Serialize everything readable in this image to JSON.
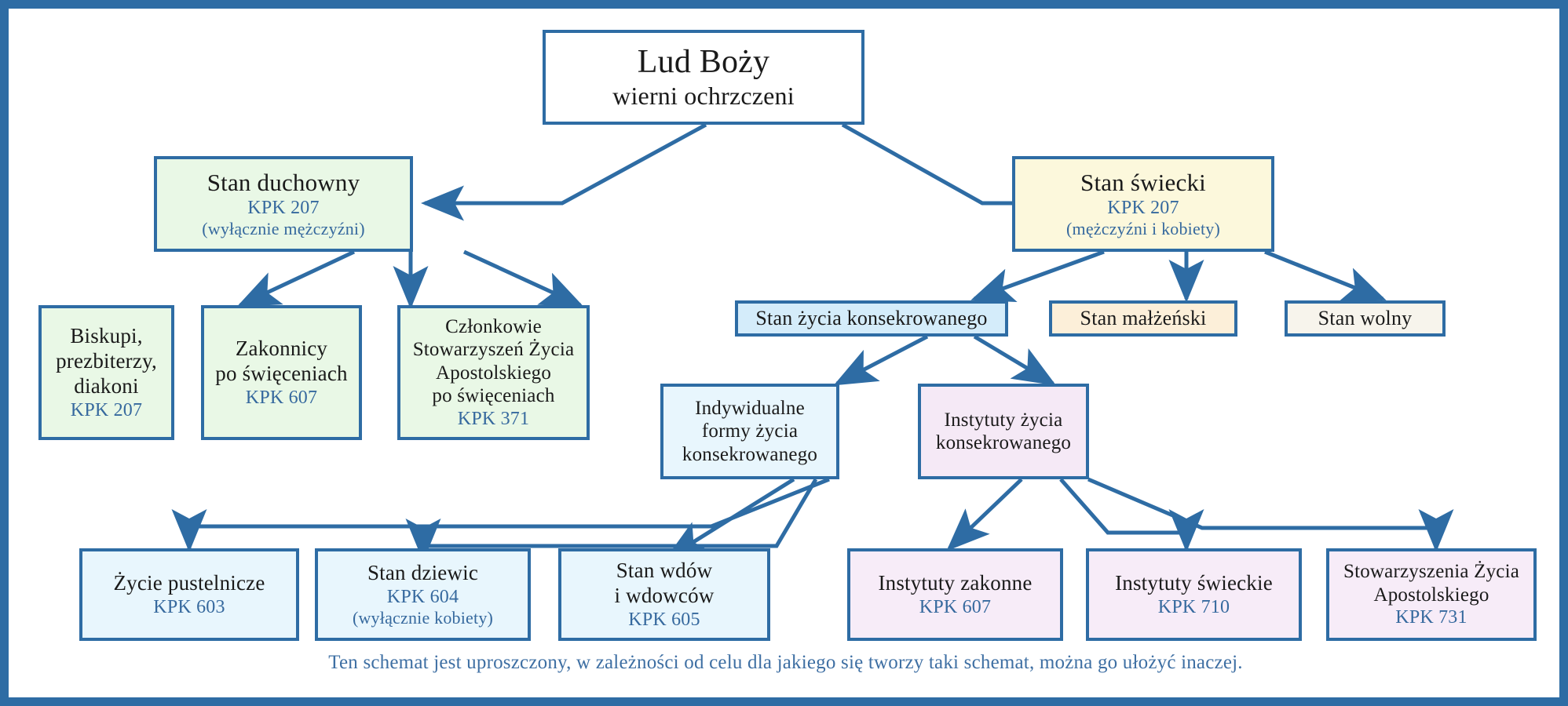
{
  "diagram": {
    "title": "Lud Bozy",
    "caption": "Ten schemat jest uproszczony, w zależności od celu dla jakiego się tworzy taki schemat, można go ułożyć inaczej.",
    "colors": {
      "border": "#2e6ca4",
      "link": "#2e6ca4",
      "clergy_fill": "#e9f8e6",
      "lay_fill": "#fcf8dc",
      "consecrated_fill": "#d4ecfa",
      "individual_fill": "#e8f6fd",
      "institute_fill": "#f5e9f6",
      "married_fill": "#fcefd9",
      "single_fill": "#f7f4ec",
      "reference_text": "#36699e",
      "caption_text": "#3e6fa3"
    },
    "nodes": {
      "root": {
        "line1": "Lud Boży",
        "line2": "wierni ochrzczeni"
      },
      "clergy": {
        "line1": "Stan duchowny",
        "line2": "KPK 207",
        "line3": "(wyłącznie mężczyźni)"
      },
      "lay": {
        "line1": "Stan świecki",
        "line2": "KPK 207",
        "line3": "(mężczyźni i kobiety)"
      },
      "bishops": {
        "line1": "Biskupi,",
        "line2": "prezbiterzy,",
        "line3": "diakoni",
        "line4": "KPK 207"
      },
      "religious_ordained": {
        "line1": "Zakonnicy",
        "line2": "po święceniach",
        "line3": "KPK 607"
      },
      "apostolic_members": {
        "line1": "Członkowie",
        "line2": "Stowarzyszeń Życia",
        "line3": "Apostolskiego",
        "line4": "po święceniach",
        "line5": "KPK 371"
      },
      "consecrated_state": {
        "line1": "Stan życia konsekrowanego"
      },
      "married_state": {
        "line1": "Stan małżeński"
      },
      "single_state": {
        "line1": "Stan wolny"
      },
      "individual_forms": {
        "line1": "Indywidualne",
        "line2": "formy życia",
        "line3": "konsekrowanego"
      },
      "institutes_consecrated": {
        "line1": "Instytuty życia",
        "line2": "konsekrowanego"
      },
      "hermit_life": {
        "line1": "Życie pustelnicze",
        "line2": "KPK 603"
      },
      "virgins": {
        "line1": "Stan dziewic",
        "line2": "KPK 604",
        "line3": "(wyłącznie kobiety)"
      },
      "widows": {
        "line1": "Stan wdów",
        "line2": "i wdowców",
        "line3": "KPK 605"
      },
      "religious_institutes": {
        "line1": "Instytuty zakonne",
        "line2": "KPK 607"
      },
      "secular_institutes": {
        "line1": "Instytuty świeckie",
        "line2": "KPK 710"
      },
      "apostolic_societies": {
        "line1": "Stowarzyszenia Życia",
        "line2": "Apostolskiego",
        "line3": "KPK 731"
      }
    }
  }
}
